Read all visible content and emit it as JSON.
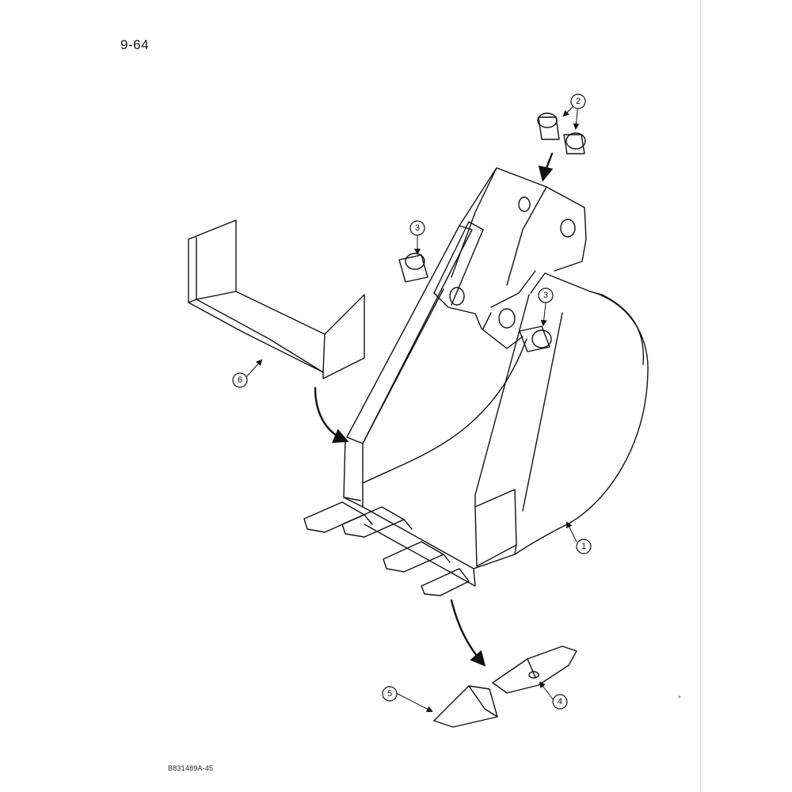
{
  "page": {
    "number": "9-64",
    "drawing_code": "B831489A-45"
  },
  "callouts": [
    {
      "id": "callout-1",
      "label": "1",
      "part": "bucket"
    },
    {
      "id": "callout-2",
      "label": "2",
      "part": "bushing-pair"
    },
    {
      "id": "callout-3a",
      "label": "3",
      "part": "bushing-left"
    },
    {
      "id": "callout-3b",
      "label": "3",
      "part": "bushing-right"
    },
    {
      "id": "callout-4",
      "label": "4",
      "part": "tooth-adapter"
    },
    {
      "id": "callout-5",
      "label": "5",
      "part": "tooth-tip"
    },
    {
      "id": "callout-6",
      "label": "6",
      "part": "side-cutter-plate"
    }
  ]
}
